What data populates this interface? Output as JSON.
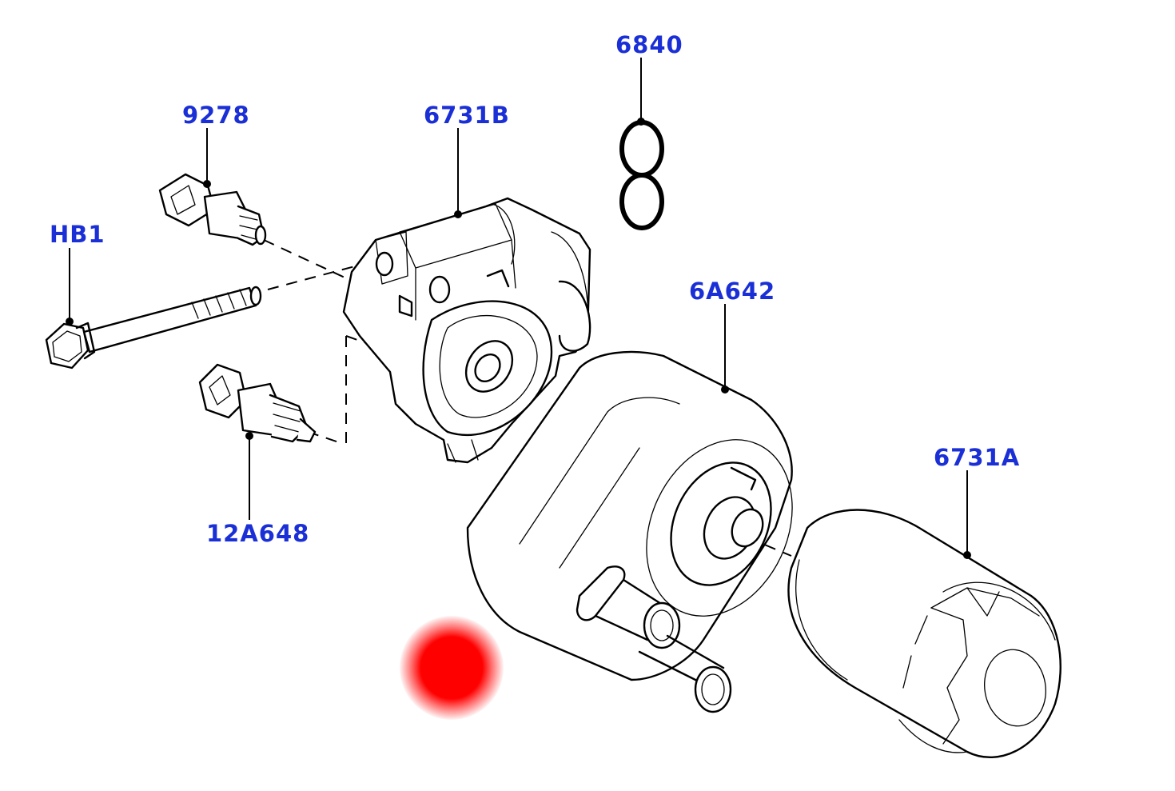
{
  "callouts": [
    {
      "id": "6840",
      "label": "6840"
    },
    {
      "id": "9278",
      "label": "9278"
    },
    {
      "id": "6731B",
      "label": "6731B"
    },
    {
      "id": "HB1",
      "label": "HB1"
    },
    {
      "id": "6A642",
      "label": "6A642"
    },
    {
      "id": "6731A",
      "label": "6731A"
    },
    {
      "id": "12A648",
      "label": "12A648"
    }
  ],
  "colors": {
    "callout_text": "#1a2fd6",
    "line_art": "#000000",
    "marker": "#ff0000"
  },
  "marker": {
    "icon": "red-dot-marker"
  }
}
